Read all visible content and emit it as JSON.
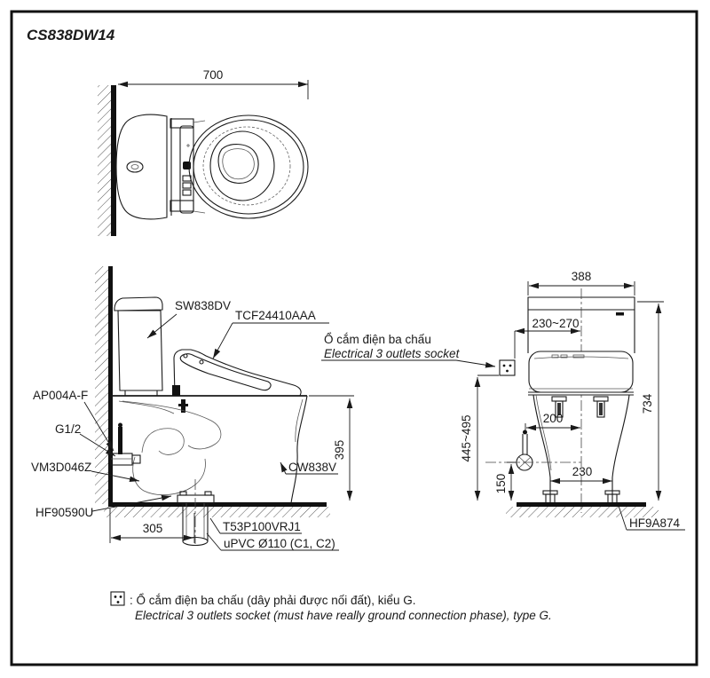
{
  "title": "CS838DW14",
  "colors": {
    "line": "#1a1a1a",
    "background": "#ffffff"
  },
  "top_view": {
    "dim_width": "700"
  },
  "side_view": {
    "dim_height": "395",
    "dim_outlet_depth": "305",
    "label_tank": "SW838DV",
    "label_washlet": "TCF24410AAA",
    "label_supply_valve": "AP004A-F",
    "label_thread": "G1/2",
    "label_connector": "VM3D046Z",
    "label_bolt_cap": "HF90590U",
    "label_bowl": "CW838V",
    "label_flange": "T53P100VRJ1",
    "label_pipe": "uPVC Ø110 (C1, C2)"
  },
  "front_view": {
    "dim_width": "388",
    "dim_socket_offset": "230~270",
    "dim_total_height": "734",
    "dim_socket_height": "445~495",
    "dim_valve_offset": "200",
    "dim_valve_height": "150",
    "dim_bolt_spacing": "230",
    "label_socket_vi": "Ổ cắm điện ba chấu",
    "label_socket_en": "Electrical 3 outlets socket",
    "label_bolt_cap": "HF9A874"
  },
  "legend": {
    "line1_vi": ": Ổ cắm điện ba chấu (dây phải được nối đất), kiểu G.",
    "line2_en": "Electrical 3 outlets socket (must have really ground connection phase), type G."
  }
}
